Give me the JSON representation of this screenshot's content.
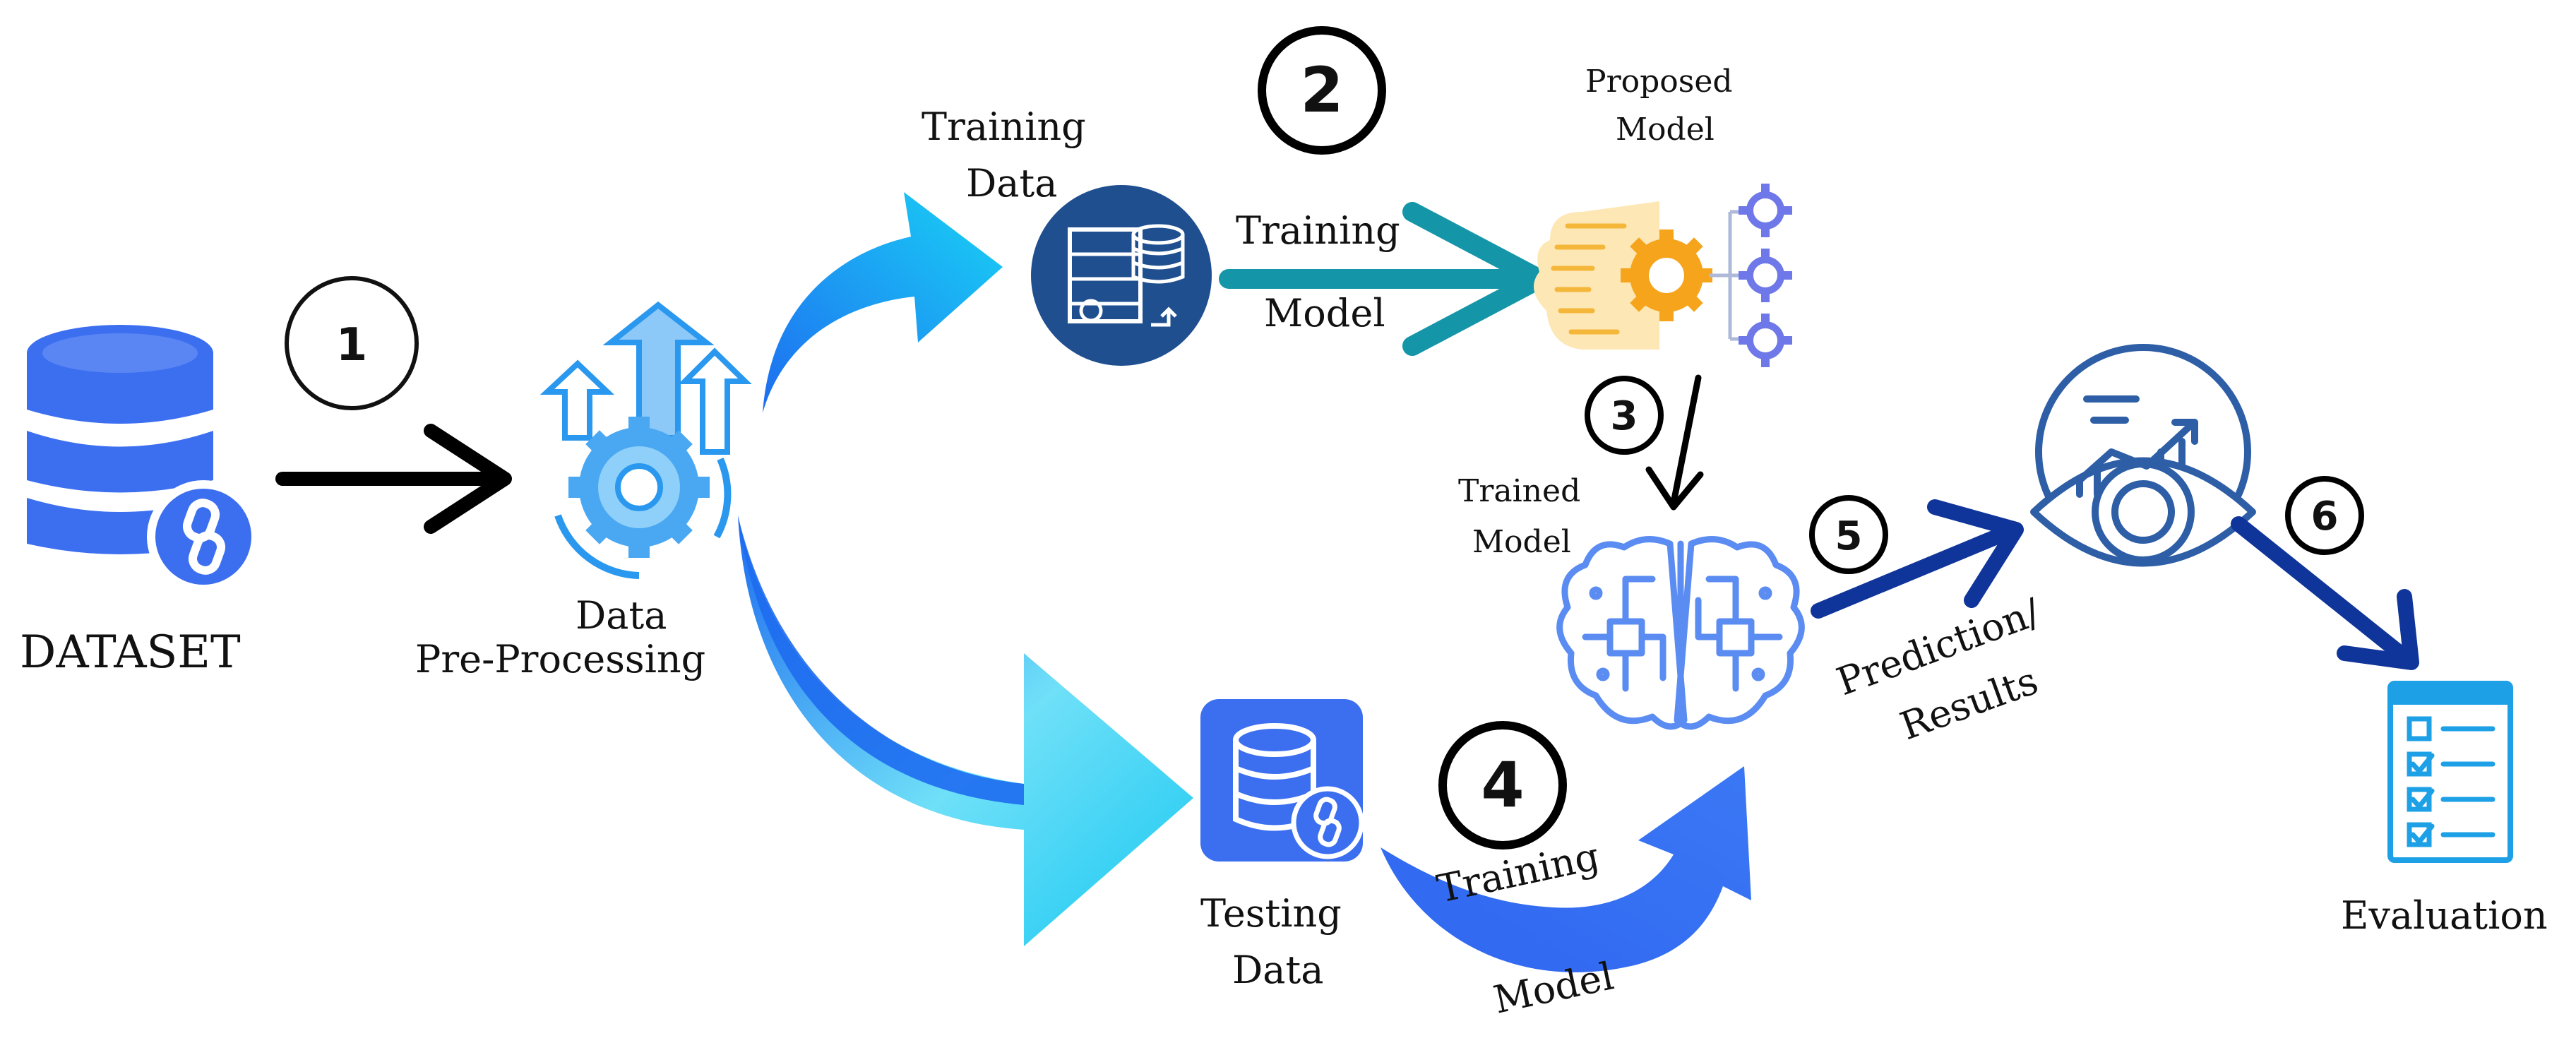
{
  "steps": {
    "s1": "1",
    "s2": "2",
    "s3": "3",
    "s4": "4",
    "s5": "5",
    "s6": "6"
  },
  "nodes": {
    "dataset": "DATASET",
    "preprocessing_line1": "Data",
    "preprocessing_line2": "Pre-Processing",
    "training_data_line1": "Training",
    "training_data_line2": "Data",
    "proposed_model_line1": "Proposed",
    "proposed_model_line2": "Model",
    "trained_model_line1": "Trained",
    "trained_model_line2": "Model",
    "testing_data_line1": "Testing",
    "testing_data_line2": "Data",
    "evaluation": "Evaluation"
  },
  "edges": {
    "training_model_top_1": "Training",
    "training_model_top_2": "Model",
    "training_model_bottom_1": "Training",
    "training_model_bottom_2": "Model",
    "prediction_1": "Prediction/",
    "prediction_2": "Results"
  },
  "colors": {
    "dark_blue": "#1f4f8f",
    "bright_blue": "#1e6cf0",
    "cyan": "#19c3f0",
    "teal": "#1496a8",
    "navy": "#10359a",
    "db_blue": "#3c6ff0",
    "orange": "#f5a41b"
  }
}
